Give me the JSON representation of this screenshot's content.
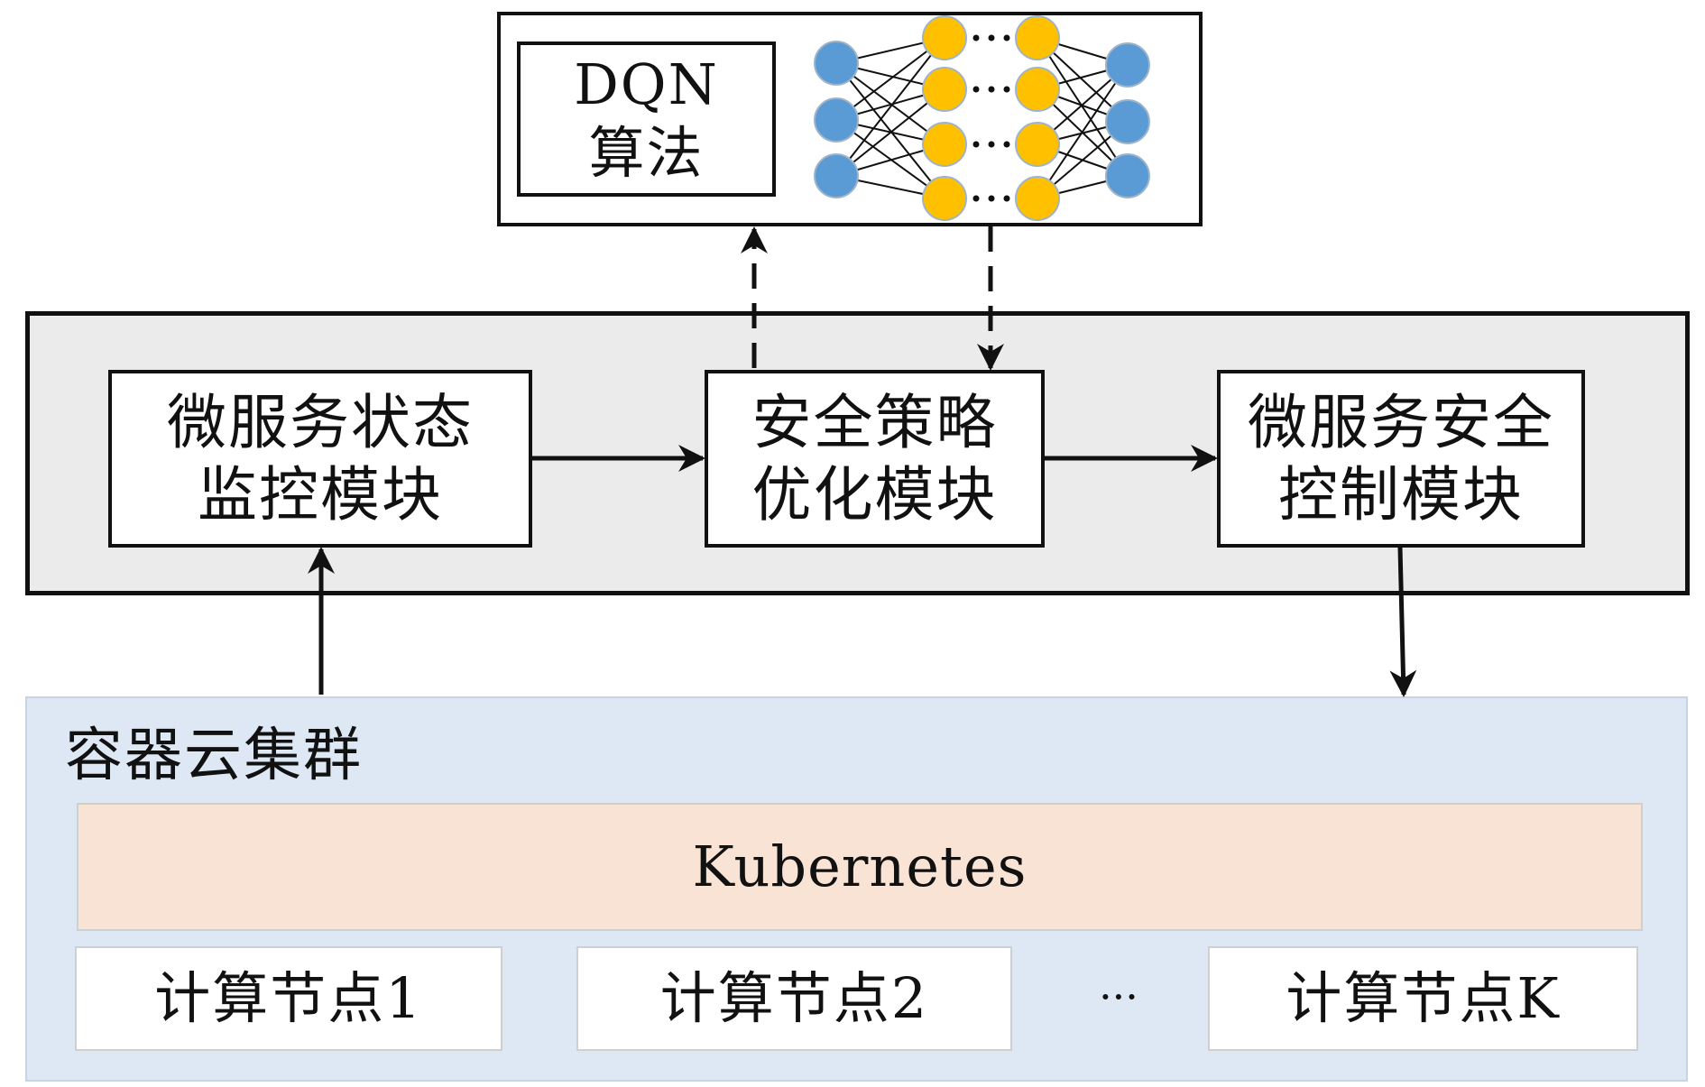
{
  "dqn": {
    "title": "DQN",
    "subtitle": "算法"
  },
  "modules": {
    "monitor": {
      "line1": "微服务状态",
      "line2": "监控模块"
    },
    "optimize": {
      "line1": "安全策略",
      "line2": "优化模块"
    },
    "control": {
      "line1": "微服务安全",
      "line2": "控制模块"
    }
  },
  "cluster": {
    "title": "容器云集群",
    "orchestrator": "Kubernetes",
    "nodes": [
      "计算节点1",
      "计算节点2",
      "计算节点K"
    ],
    "ellipsis": "···"
  },
  "colors": {
    "input_output_neuron": "#5b9bd5",
    "hidden_neuron": "#ffc000",
    "system_panel": "#ebebeb",
    "cluster_panel": "#dde8f4",
    "kubernetes_bar": "#f8e3d5"
  }
}
